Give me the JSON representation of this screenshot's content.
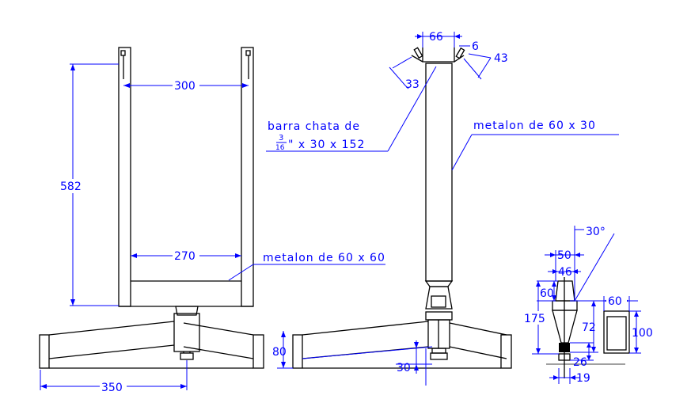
{
  "colors": {
    "background": "#ffffff",
    "lines": "#000000",
    "dimensions": "#0000ff"
  },
  "dimensions": {
    "d300": "300",
    "d582": "582",
    "d270": "270",
    "d350": "350",
    "d66": "66",
    "d6": "6",
    "d43": "43",
    "d33": "33",
    "d80": "80",
    "d30": "30",
    "d30deg": "30°",
    "d50": "50",
    "d46": "46",
    "d60a": "60",
    "d175": "175",
    "d72": "72",
    "d26": "26",
    "d19": "19",
    "d60b": "60",
    "d100": "100"
  },
  "notes": {
    "metalon_front": "metalon de 60 x 60",
    "metalon_side": "metalon de 60 x 30",
    "barra_line1": "barra chata de",
    "barra_frac_num": "3",
    "barra_frac_den": "16",
    "barra_line2": "\" x 30 x 152"
  }
}
